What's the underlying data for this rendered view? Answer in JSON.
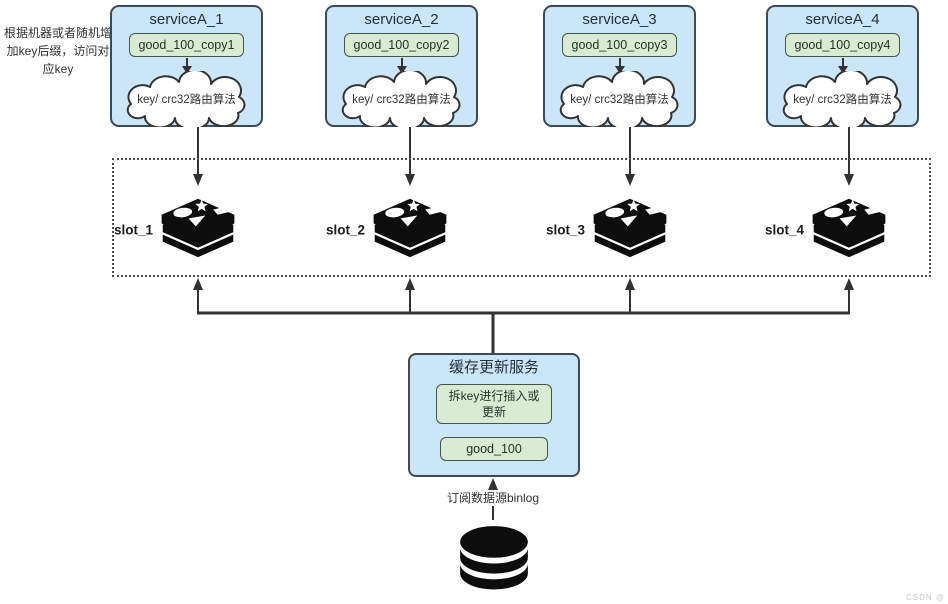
{
  "note": "根据机器或者随机增加key后缀，访问对应key",
  "services": [
    {
      "title": "serviceA_1",
      "key_label": "good_100_copy1",
      "algo_label": "key/ crc32路由算法"
    },
    {
      "title": "serviceA_2",
      "key_label": "good_100_copy2",
      "algo_label": "key/ crc32路由算法"
    },
    {
      "title": "serviceA_3",
      "key_label": "good_100_copy3",
      "algo_label": "key/ crc32路由算法"
    },
    {
      "title": "serviceA_4",
      "key_label": "good_100_copy4",
      "algo_label": "key/ crc32路由算法"
    }
  ],
  "slots": [
    {
      "label": "slot_1"
    },
    {
      "label": "slot_2"
    },
    {
      "label": "slot_3"
    },
    {
      "label": "slot_4"
    }
  ],
  "cache_service": {
    "title": "缓存更新服务",
    "split_label": "拆key进行插入或更新",
    "key_label": "good_100"
  },
  "binlog_label": "订阅数据源binlog",
  "watermark": "CSDN @",
  "icons": {
    "slot_icon": "redis-stack-icon",
    "source_icon": "database-cylinder-icon"
  },
  "colors": {
    "box_fill": "#cbe6f9",
    "box_border": "#3c4a55",
    "green_fill": "#d7ecd2",
    "green_border": "#455748",
    "line": "#333333",
    "icon": "#0d0d0d"
  }
}
